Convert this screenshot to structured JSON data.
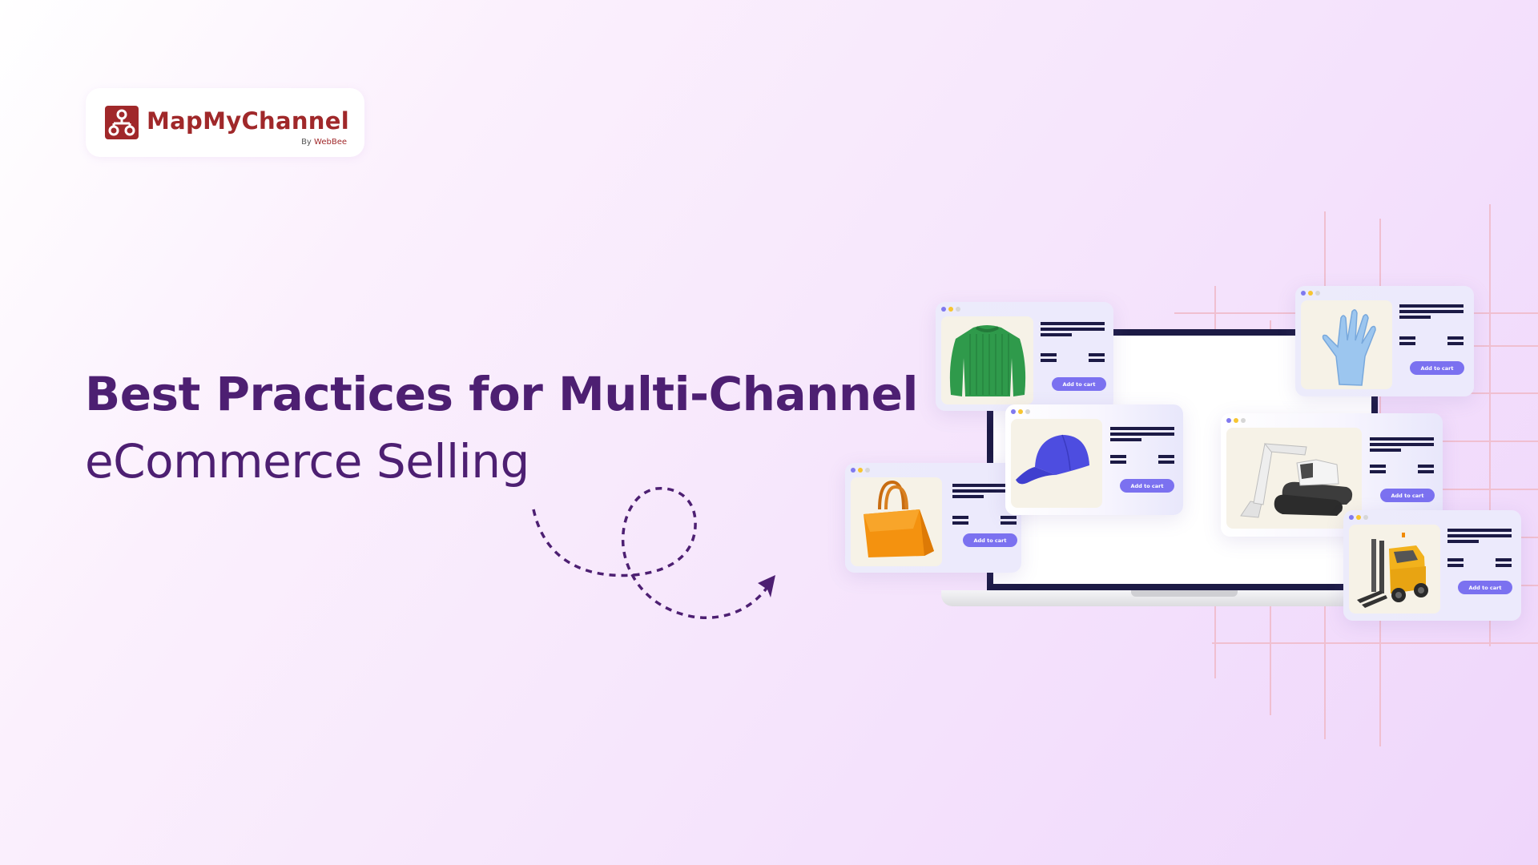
{
  "logo": {
    "name": "MapMyChannel",
    "by_prefix": "By",
    "by_brand": "WebBee",
    "brand_color": "#a0282a"
  },
  "headline": {
    "line1": "Best Practices for Multi-Channel",
    "line2": "eCommerce Selling",
    "color": "#4d1f72"
  },
  "illustration": {
    "cards": [
      {
        "product": "green-sweater",
        "button_label": "Add to cart"
      },
      {
        "product": "blue-glove",
        "button_label": "Add to cart"
      },
      {
        "product": "blue-cap",
        "button_label": "Add to cart"
      },
      {
        "product": "orange-handbag",
        "button_label": "Add to cart"
      },
      {
        "product": "white-excavator",
        "button_label": "Add to cart"
      },
      {
        "product": "yellow-forklift",
        "button_label": "Add to cart"
      }
    ],
    "accent_color": "#7b71f0",
    "dark_color": "#1c1a45",
    "grid_color": "#f0bfd0"
  }
}
